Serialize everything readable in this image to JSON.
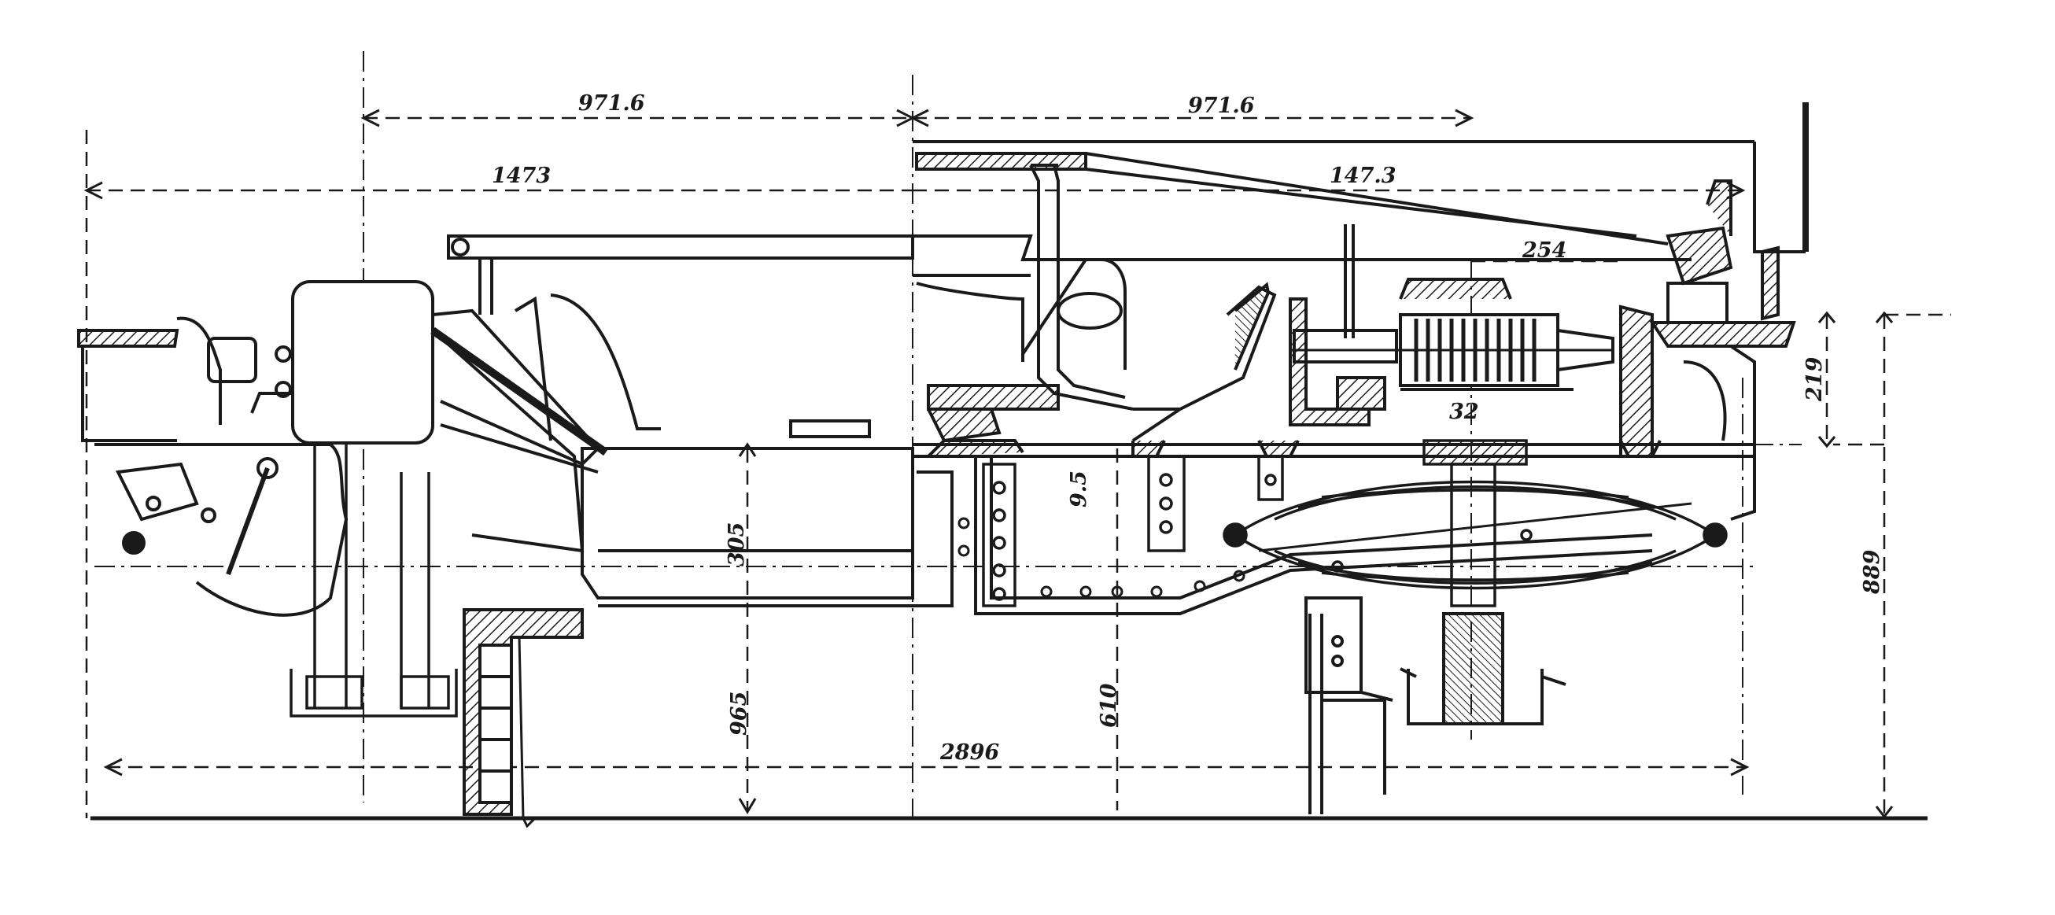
{
  "drawing": {
    "ink_color": "#1a1a1a",
    "paper_color": "#ffffff",
    "hatch_color": "#1a1a1a"
  },
  "dimensions": {
    "half_length_left": "971.6",
    "half_length_right": "971.6",
    "overhang_left": "1473",
    "overhang_right": "147.3",
    "spring_pitch": "254",
    "buffer_height": "219",
    "plate_gap": "32",
    "sole_thickness": "9.5",
    "frame_depth": "305",
    "wheel_radius_left": "965",
    "wheel_radius_center": "610",
    "total_height": "889",
    "wheelbase": "2896"
  }
}
